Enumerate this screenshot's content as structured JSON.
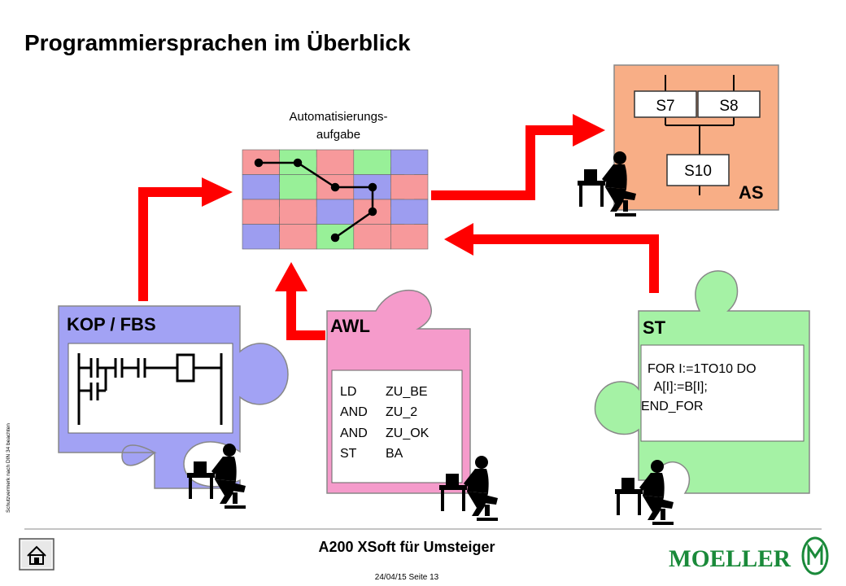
{
  "slide": {
    "title": "Programmiersprachen im Überblick",
    "side_note": "Schutzvermerk nach DIN 34 beachten",
    "footer_title": "A200 XSoft für Umsteiger",
    "footer_date_page": "24/04/15 Seite 13",
    "home_icon": "home-icon",
    "logo_text": "MOELLER"
  },
  "task": {
    "label_line1": "Automatisierungs-",
    "label_line2": "aufgabe"
  },
  "as_block": {
    "label": "AS",
    "steps": [
      "S7",
      "S8",
      "S10"
    ],
    "color": "#f8ae86"
  },
  "kop_block": {
    "label": "KOP / FBS",
    "color": "#a2a2f4"
  },
  "awl_block": {
    "label": "AWL",
    "color": "#f59bcb",
    "code": [
      {
        "op": "LD",
        "arg": "ZU_BE"
      },
      {
        "op": "AND",
        "arg": "ZU_2"
      },
      {
        "op": "AND",
        "arg": "ZU_OK"
      },
      {
        "op": "ST",
        "arg": "BA"
      }
    ]
  },
  "st_block": {
    "label": "ST",
    "color": "#a5f2a5",
    "code": [
      "FOR I:=1TO10 DO",
      " A[I]:=B[I];",
      "END_FOR"
    ]
  },
  "colors": {
    "arrow": "#ff0000",
    "puzzle_red": "#f7999b",
    "puzzle_green": "#98f098",
    "puzzle_blue": "#9d9df0"
  }
}
